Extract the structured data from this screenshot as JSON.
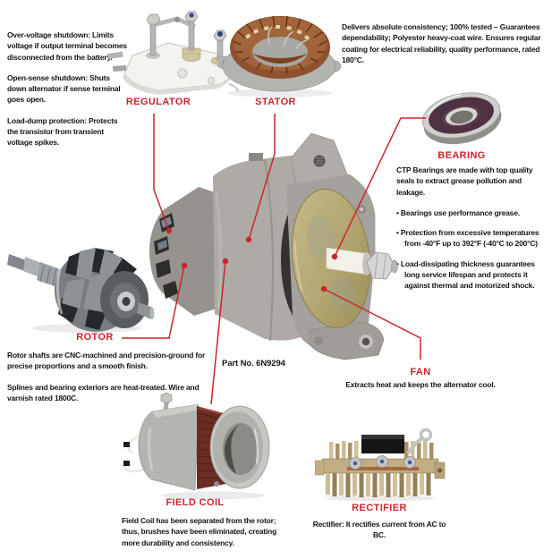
{
  "colors": {
    "accent_red": "#c9262c",
    "text": "#161616",
    "background": "#ffffff",
    "fan_gold": "#b3a570",
    "copper": "#9a5a34",
    "aluminum_gray": "#aaa7a2"
  },
  "part_number": "Part No. 6N9294",
  "labels": {
    "regulator": "REGULATOR",
    "stator": "STATOR",
    "bearing": "BEARING",
    "rotor": "ROTOR",
    "fan": "FAN",
    "field_coil": "FIELD COIL",
    "rectifier": "RECTIFIER"
  },
  "notes": {
    "regulator": {
      "para1": "Over-voltage shutdown: Limits voltage if output terminal becomes disconnected from the battery.",
      "para2": "Open-sense shutdown: Shuts down alternator if sense terminal goes open.",
      "para3": "Load-dump protection: Protects the transistor from transient voltage spikes."
    },
    "stator": "Delivers absolute consistency; 100% tested – Guarantees dependability; Polyester heavy-coat wire. Ensures regular coating for electrical reliability, quality performance, rated 180°C.",
    "bearing": {
      "intro": "CTP Bearings are made with top quality seals to extract grease pollution and leakage.",
      "bullets": [
        "• Bearings use performance grease.",
        "• Protection from excessive temperatures from -40°F up to 392°F (-40°C to 200°C)",
        "• Load-dissipating thickness guarantees long service lifespan and protects it against thermal and motorized shock."
      ]
    },
    "rotor": {
      "para1": "Rotor shafts are CNC-machined and precision-ground for precise proportions and a smooth finish.",
      "para2": "Splines and bearing exteriors are heat-treated. Wire and varnish rated 1800C."
    },
    "fan": "Extracts heat and keeps the alternator cool.",
    "field_coil": "Field Coil has been separated from the rotor; thus, brushes have been eliminated, creating more durability and consistency.",
    "rectifier": "Rectifier: It rectifies current from AC to BC."
  }
}
